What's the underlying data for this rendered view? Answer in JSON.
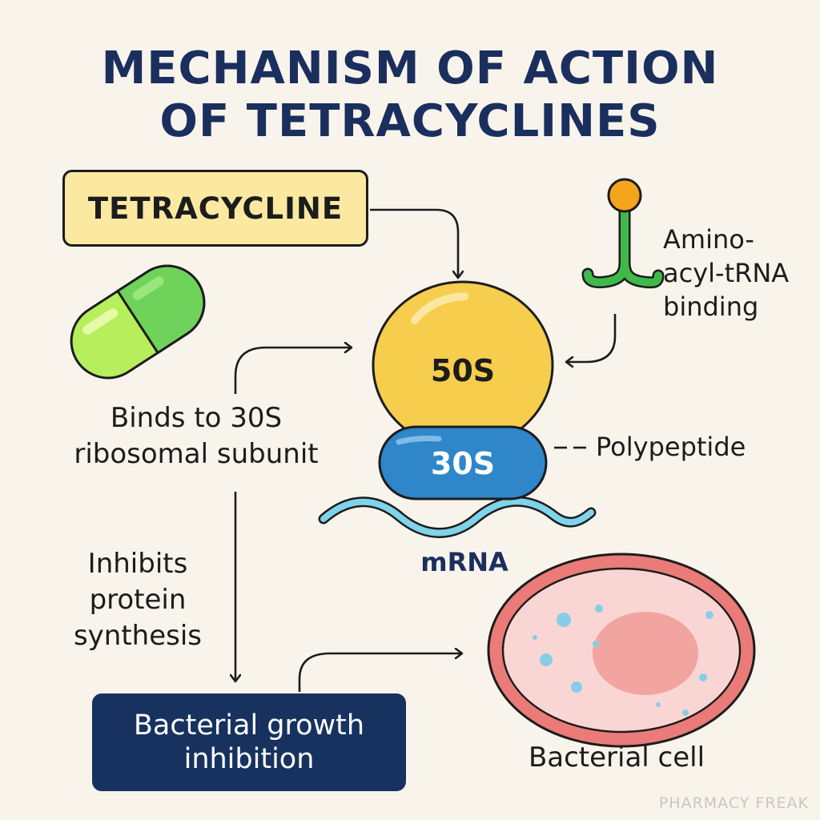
{
  "title": {
    "line1": "MECHANISM OF ACTION",
    "line2": "OF TETRACYCLINES"
  },
  "drug_box": {
    "label": "TETRACYCLINE"
  },
  "ribosome": {
    "large_subunit": "50S",
    "small_subunit": "30S",
    "mrna_label": "mRNA",
    "polypeptide_label": "Polypeptide"
  },
  "trna": {
    "label_line1": "Amino-",
    "label_line2": "acyl-tRNA",
    "label_line3": "binding"
  },
  "steps": {
    "binds_line1": "Binds to 30S",
    "binds_line2": "ribosomal subunit",
    "inhibits_line1": "Inhibits",
    "inhibits_line2": "protein",
    "inhibits_line3": "synthesis"
  },
  "outcome_box": {
    "line1": "Bacterial growth",
    "line2": "inhibition"
  },
  "cell": {
    "label": "Bacterial cell"
  },
  "watermark": "PHARMACY FREAK",
  "colors": {
    "title": "#1b2f5e",
    "drug_box_fill": "#fbe9a1",
    "subunit_50s": "#f6cd4c",
    "subunit_30s": "#2f86c9",
    "mrna": "#7fd3ea",
    "trna": "#3fb94a",
    "trna_head": "#f5a51c",
    "outcome_box": "#17325f",
    "cell_membrane": "#ea7b78",
    "cell_cytoplasm": "#f9d6d4"
  }
}
